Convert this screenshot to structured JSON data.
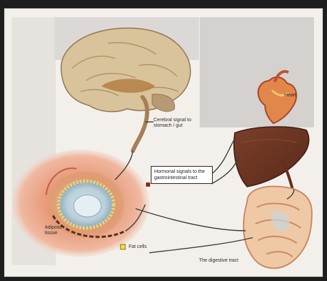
{
  "labels": {
    "heart": "Heart",
    "brain_signal": "Cerebral signal to stomach / gut",
    "center_box": "Hormonal signals to the gastrointestinal tract",
    "fat_cells": "Fat cells",
    "fat_tissue": "Adipose tissue",
    "gut": "The digestive tract"
  }
}
